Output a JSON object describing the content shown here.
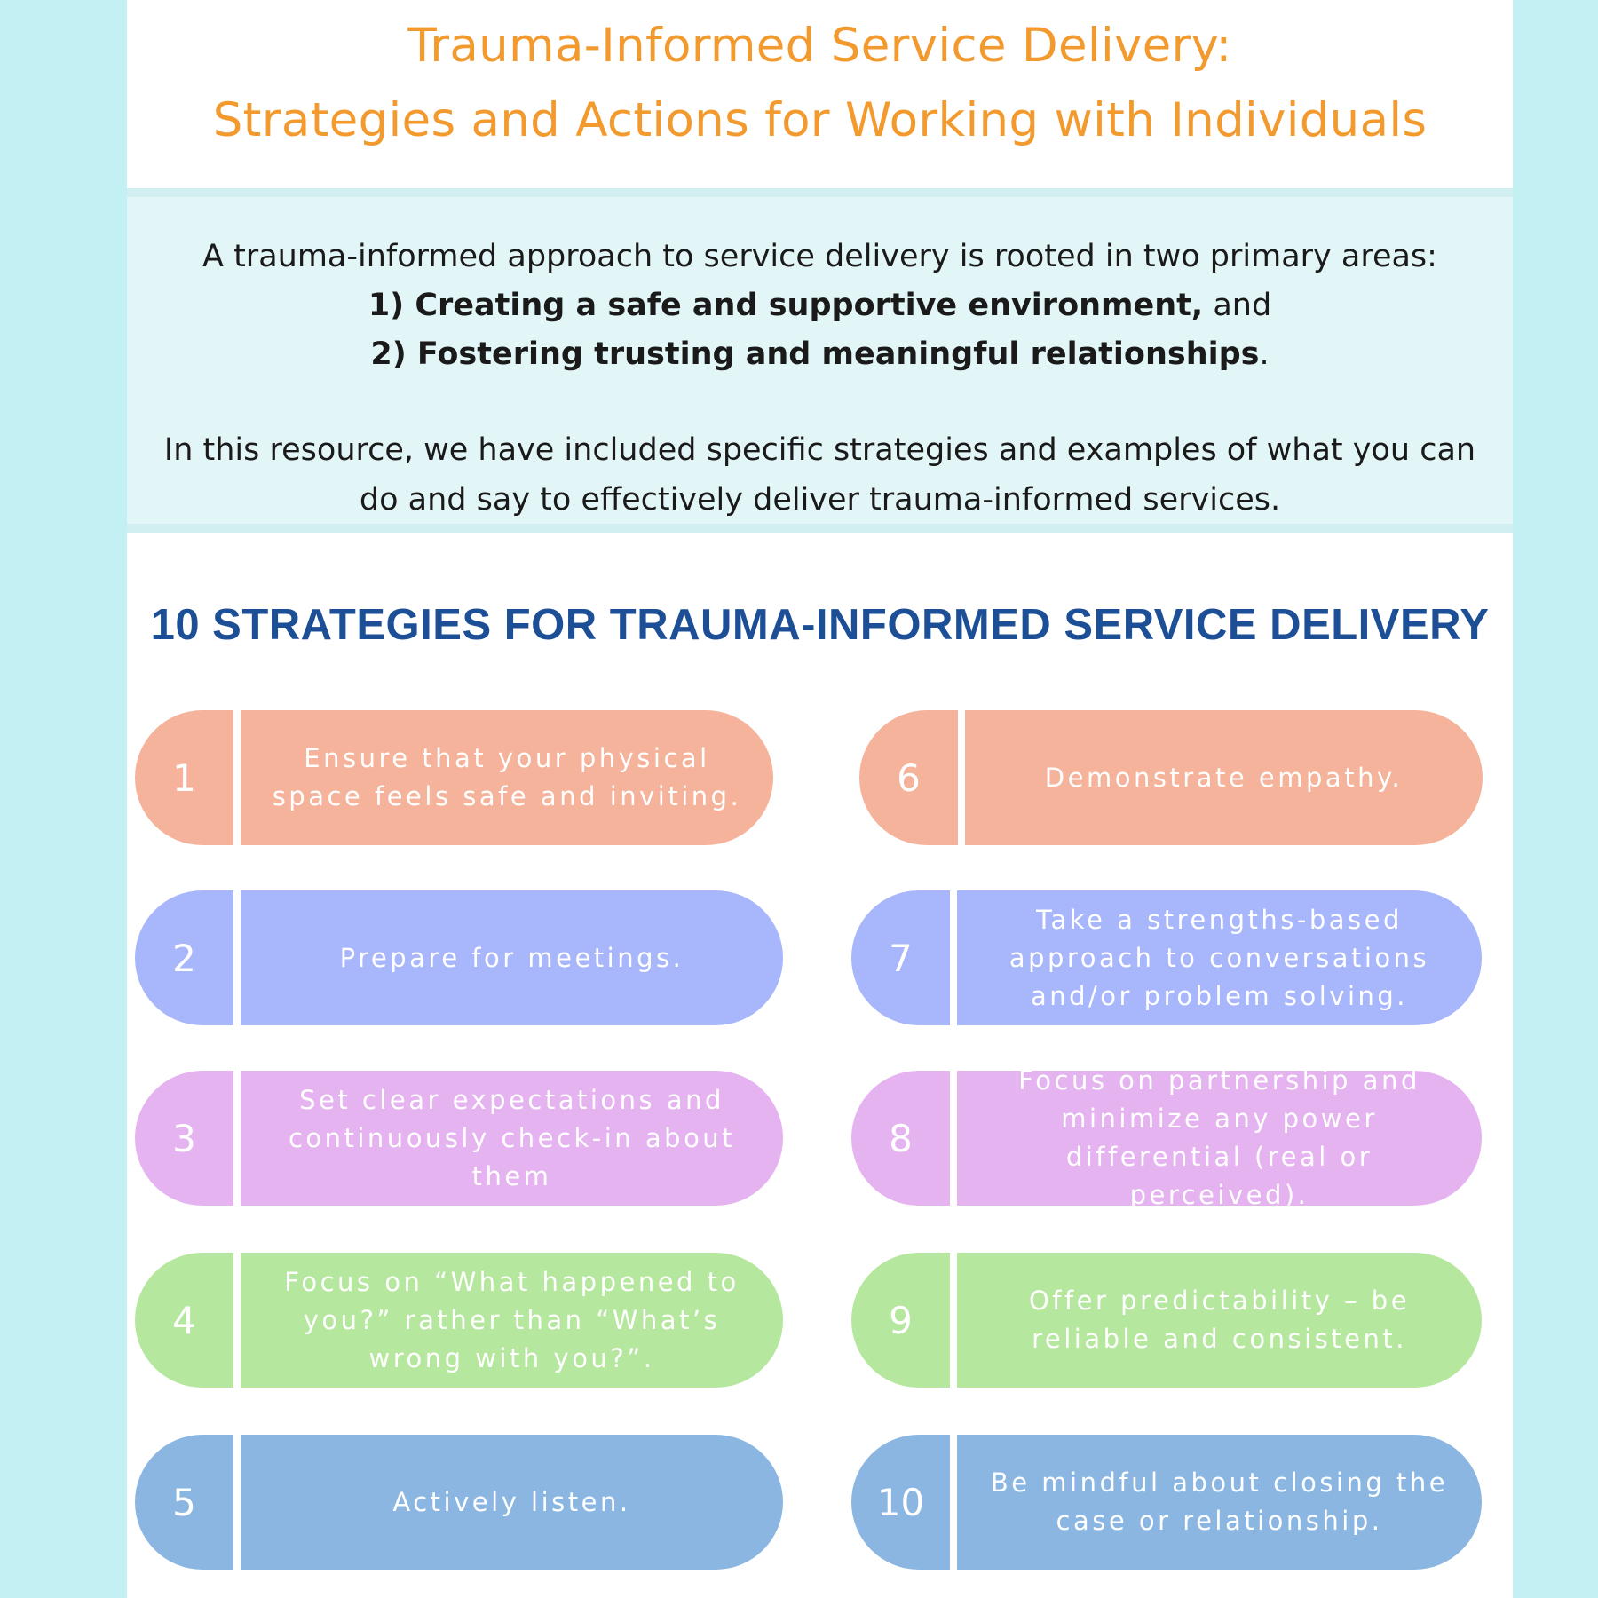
{
  "title": {
    "line1": "Trauma-Informed Service Delivery:",
    "line2": "Strategies and Actions for Working with Individuals"
  },
  "intro": {
    "lead": "A trauma-informed approach to service delivery is rooted in two primary areas:",
    "area1_bold": "1) Creating a safe and supportive environment,",
    "area1_tail": " and",
    "area2_bold": "2) Fostering trusting and meaningful relationships",
    "area2_tail": ".",
    "resource": "In this resource, we have included specific strategies and examples of what you can do and say to effectively deliver trauma-informed services."
  },
  "strategies_heading": "10 STRATEGIES FOR TRAUMA-INFORMED SERVICE DELIVERY",
  "strategies": [
    {
      "num": "1",
      "text": "Ensure that your physical space feels safe and inviting."
    },
    {
      "num": "2",
      "text": "Prepare for meetings."
    },
    {
      "num": "3",
      "text": "Set clear expectations and continuously check-in about them"
    },
    {
      "num": "4",
      "text": "Focus on “What happened to you?” rather than “What’s wrong with you?”."
    },
    {
      "num": "5",
      "text": "Actively listen."
    },
    {
      "num": "6",
      "text": "Demonstrate empathy."
    },
    {
      "num": "7",
      "text": "Take a strengths-based approach to conversations and/or problem solving."
    },
    {
      "num": "8",
      "text": "Focus on partnership and minimize any power differential (real or perceived)."
    },
    {
      "num": "9",
      "text": "Offer predictability – be reliable and consistent."
    },
    {
      "num": "10",
      "text": "Be mindful about closing the case or relationship."
    }
  ],
  "colors": {
    "background": "#c3f0f3",
    "title": "#f39a2e",
    "heading": "#1d4f96",
    "row1": "#f4b39a",
    "row2": "#a8b6fb",
    "row3": "#e5b4f0",
    "row4": "#b6e79e",
    "row5": "#8ab6e1"
  }
}
